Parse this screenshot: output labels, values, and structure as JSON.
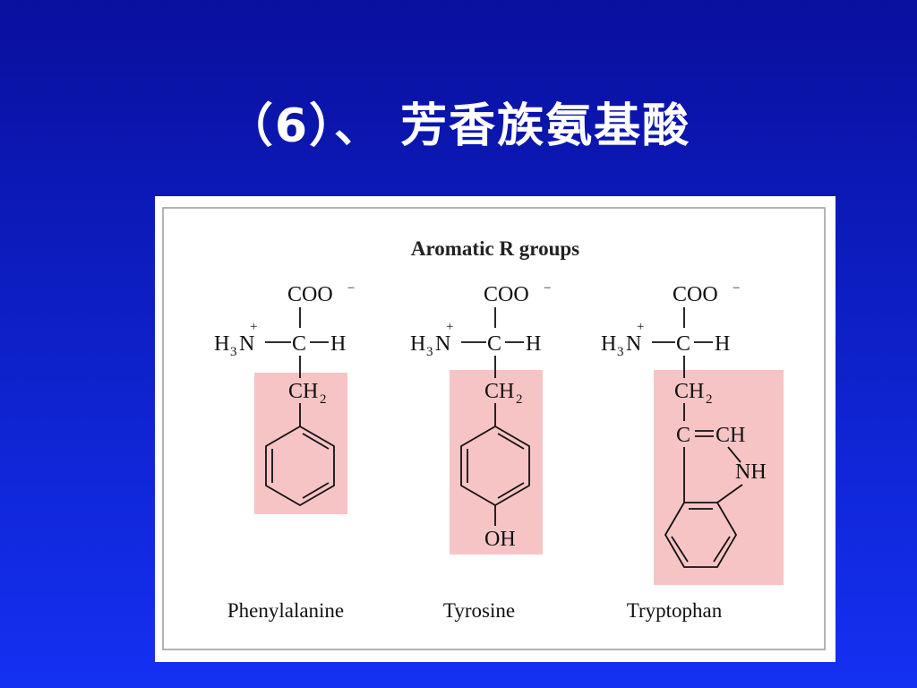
{
  "slide": {
    "title": "（6）、 芳香族氨基酸"
  },
  "figure": {
    "heading": "Aromatic R groups",
    "highlight_color": "#f7c4c6",
    "background_color": "#0d1fc4",
    "common": {
      "carboxylate": "COO",
      "carboxylate_charge": "−",
      "amine_h": "H",
      "amine_sub": "3",
      "amine_n": "N",
      "amine_charge": "+",
      "alpha_c": "C",
      "alpha_h": "H",
      "methylene": "CH",
      "methylene_sub": "2"
    },
    "amino_acids": [
      {
        "name": "Phenylalanine"
      },
      {
        "name": "Tyrosine",
        "substituent": "OH"
      },
      {
        "name": "Tryptophan",
        "ring_c": "C",
        "ring_ch": "CH",
        "ring_nh": "NH"
      }
    ]
  }
}
